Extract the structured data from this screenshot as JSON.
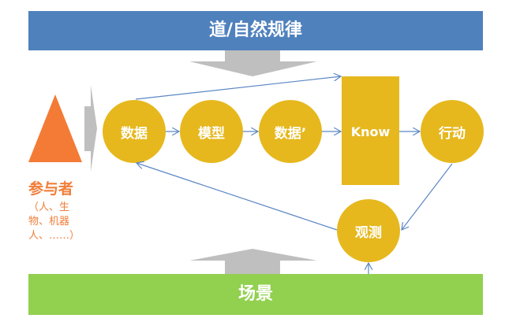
{
  "top_bar": {
    "label": "道/自然规律",
    "color": "#4F81BD"
  },
  "bottom_bar": {
    "label": "场景",
    "color": "#92D050"
  },
  "actor": {
    "title": "参与者",
    "subtitle_lines": [
      "（人、生",
      "物、机器",
      "人、……）"
    ],
    "color": "#F47B35"
  },
  "nodes": [
    {
      "id": "data",
      "label": "数据"
    },
    {
      "id": "model",
      "label": "模型"
    },
    {
      "id": "data2",
      "label": "数据’"
    },
    {
      "id": "know",
      "label": "Know"
    },
    {
      "id": "action",
      "label": "行动"
    },
    {
      "id": "observe",
      "label": "观测"
    }
  ],
  "colors": {
    "node": "#E6B81E",
    "arrow": "#5B87C5",
    "gray_arrow": "#BFBFBF"
  }
}
